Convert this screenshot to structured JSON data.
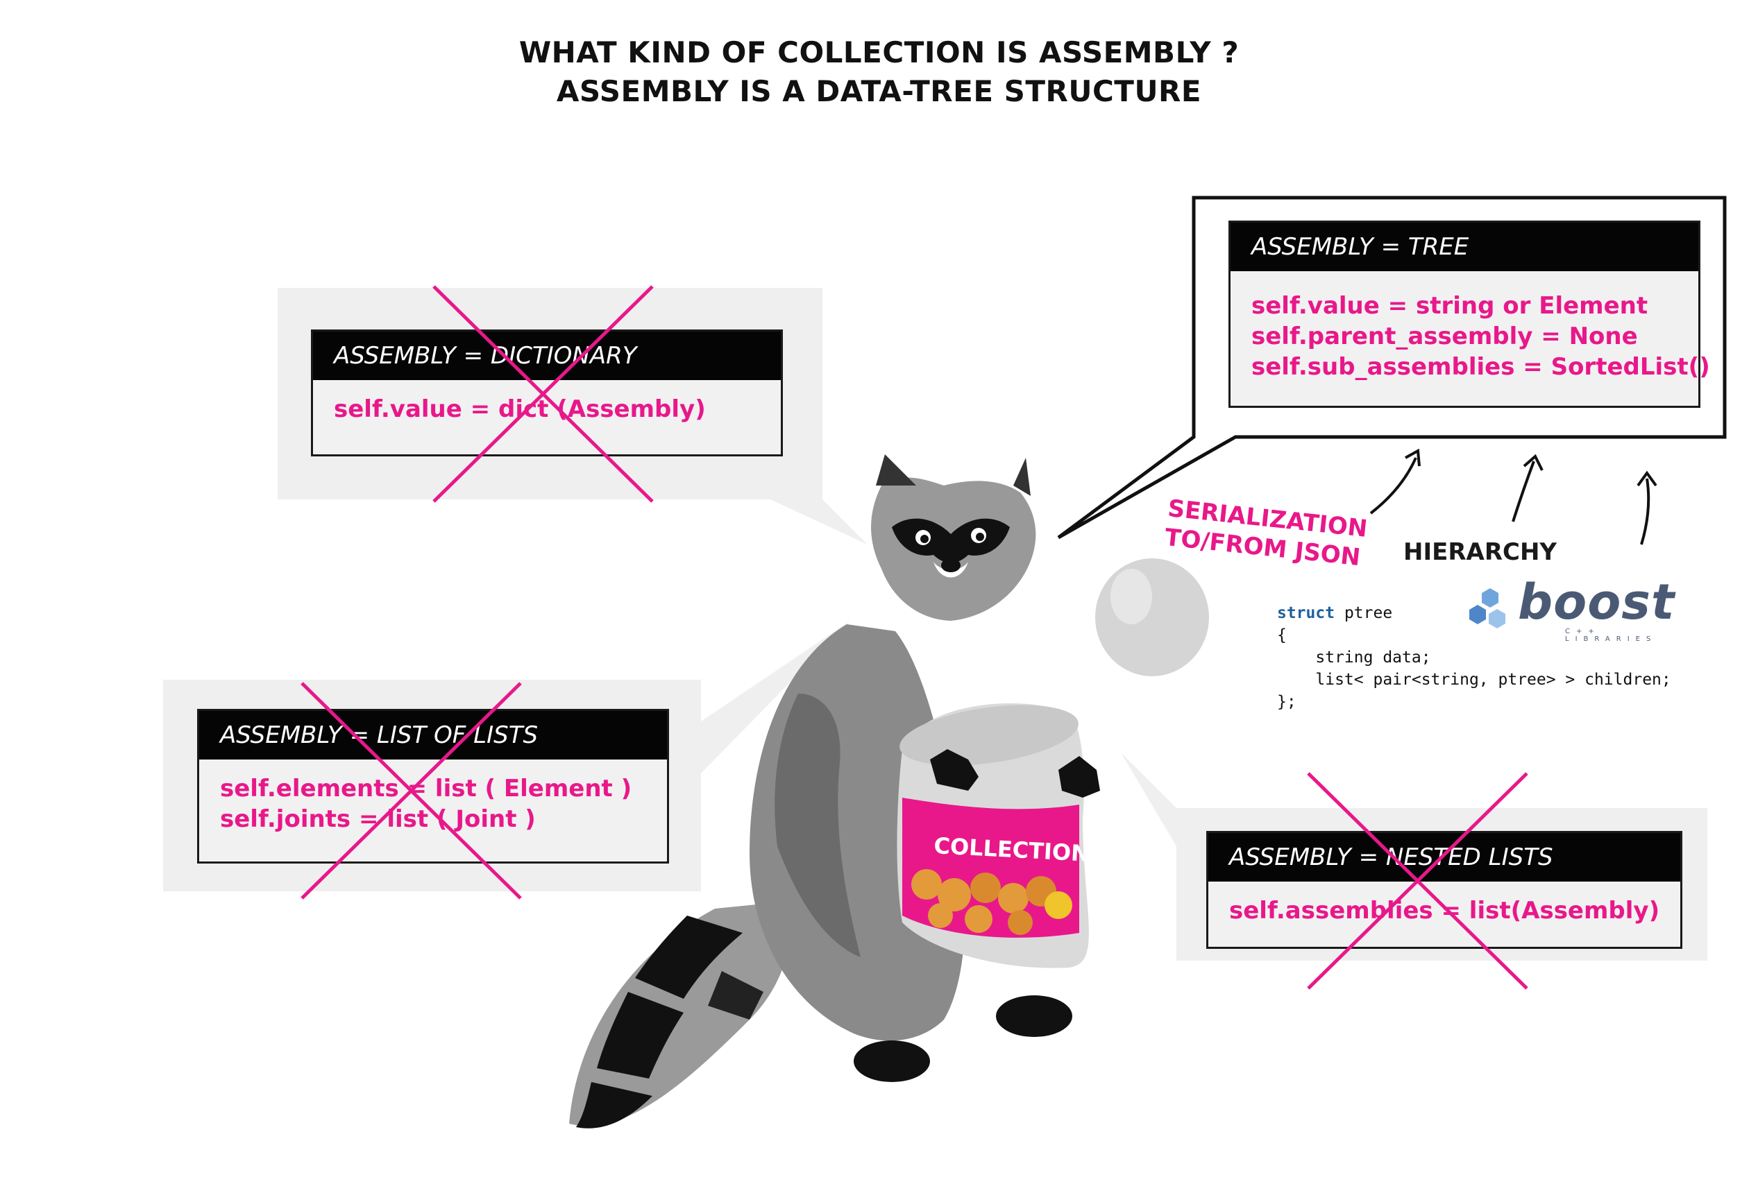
{
  "title": {
    "line1": "WHAT KIND OF COLLECTION IS ASSEMBLY ?",
    "line2": "ASSEMBLY IS A DATA-TREE STRUCTURE"
  },
  "cards": {
    "dictionary": {
      "header": "ASSEMBLY = DICTIONARY",
      "lines": [
        "self.value = dict (Assembly)"
      ],
      "crossed": true
    },
    "list_of_lists": {
      "header": "ASSEMBLY = LIST OF LISTS",
      "lines": [
        "self.elements = list ( Element )",
        "self.joints = list ( Joint )"
      ],
      "crossed": true
    },
    "tree": {
      "header": "ASSEMBLY = TREE",
      "lines": [
        "self.value = string or Element",
        "self.parent_assembly = None",
        "self.sub_assemblies = SortedList()"
      ],
      "crossed": false
    },
    "nested_lists": {
      "header": "ASSEMBLY = NESTED LISTS",
      "lines": [
        "self.assemblies = list(Assembly)"
      ],
      "crossed": true
    }
  },
  "annotations": {
    "serialization": [
      "SERIALIZATION",
      "TO/FROM JSON"
    ],
    "hierarchy": "HIERARCHY"
  },
  "code": {
    "keyword": "struct",
    "name": " ptree",
    "lines": [
      "{",
      "    string data;",
      "    list< pair<string, ptree> > children;",
      "};"
    ]
  },
  "logo": {
    "word": "boost",
    "sub": "C++ LIBRARIES",
    "icon": "boost-hexagons-icon"
  },
  "jar_label": "COLLECTION",
  "illustration": {
    "subject": "raccoon-icon"
  },
  "colors": {
    "accent_pink": "#e8188a",
    "header_black": "#050505",
    "bubble_gray": "#efefef",
    "logo_blue": "#4a5a74",
    "code_keyword": "#1e5f9e"
  }
}
